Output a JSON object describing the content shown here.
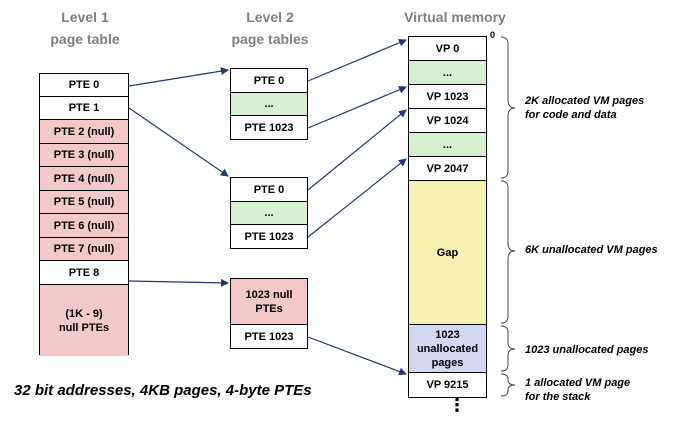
{
  "headers": {
    "level1": [
      "Level 1",
      "page table"
    ],
    "level2": [
      "Level 2",
      "page tables"
    ],
    "vm": "Virtual memory"
  },
  "level1": [
    "PTE 0",
    "PTE 1",
    "PTE 2 (null)",
    "PTE 3 (null)",
    "PTE 4 (null)",
    "PTE 5 (null)",
    "PTE 6 (null)",
    "PTE 7 (null)",
    "PTE 8",
    "(1K - 9)\nnull PTEs"
  ],
  "level2_table_a": [
    "PTE 0",
    "...",
    "PTE 1023"
  ],
  "level2_table_b": [
    "PTE 0",
    "...",
    "PTE 1023"
  ],
  "level2_table_c": [
    "1023 null\nPTEs",
    "PTE 1023"
  ],
  "vm": [
    "VP 0",
    "...",
    "VP 1023",
    "VP 1024",
    "...",
    "VP 2047",
    "Gap",
    "1023\nunallocated\npages",
    "VP 9215"
  ],
  "vm_zero": "0",
  "vm_more": "⋮",
  "notes": {
    "n1": "2K allocated  VM pages\nfor code and data",
    "n2": "6K unallocated  VM pages",
    "n3": "1023 unallocated  pages",
    "n4": "1 allocated VM page\nfor the stack"
  },
  "caption": "32 bit addresses, 4KB pages, 4-byte PTEs"
}
